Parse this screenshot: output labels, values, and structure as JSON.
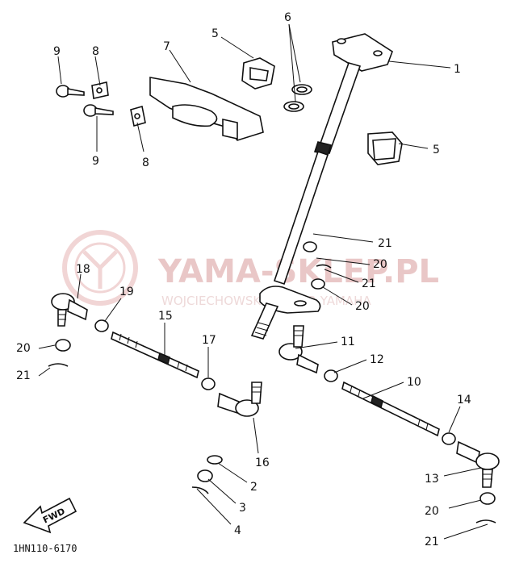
{
  "watermark": {
    "title": "YAMA-SKLEP.PL",
    "subtitle": "WOJCIECHOWSKI DEALER YAMAHA",
    "logo": "yamaha-tuning-fork-logo"
  },
  "fwd_arrow": {
    "label": "FWD"
  },
  "figure_code": "1HN110-6170",
  "callouts": {
    "c1": "1",
    "c2": "2",
    "c3": "3",
    "c4": "4",
    "c5a": "5",
    "c5b": "5",
    "c6": "6",
    "c7": "7",
    "c8a": "8",
    "c8b": "8",
    "c9a": "9",
    "c9b": "9",
    "c10": "10",
    "c11": "11",
    "c12": "12",
    "c13": "13",
    "c14": "14",
    "c15": "15",
    "c16": "16",
    "c17": "17",
    "c18": "18",
    "c19": "19",
    "c20a": "20",
    "c20b": "20",
    "c20c": "20",
    "c20d": "20",
    "c21a": "21",
    "c21b": "21",
    "c21c": "21",
    "c21d": "21"
  }
}
